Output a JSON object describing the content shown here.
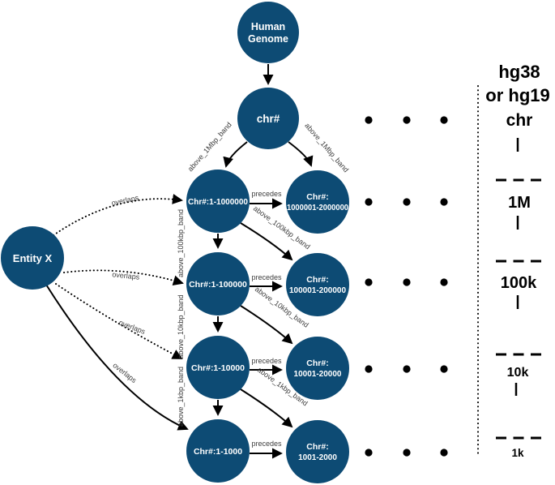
{
  "figure": {
    "nodes": {
      "human_genome": {
        "line1": "Human",
        "line2": "Genome"
      },
      "chromosome": {
        "label": "chr#"
      },
      "entity_x": {
        "label": "Entity X"
      },
      "left": [
        "Chr#:1-1000000",
        "Chr#:1-100000",
        "Chr#:1-10000",
        "Chr#:1-1000"
      ],
      "right": [
        {
          "line1": "Chr#:",
          "line2": "1000001-2000000"
        },
        {
          "line1": "Chr#:",
          "line2": "100001-200000"
        },
        {
          "line1": "Chr#:",
          "line2": "10001-20000"
        },
        {
          "line1": "Chr#:",
          "line2": "1001-2000"
        }
      ]
    },
    "edge_labels": {
      "above_1mbp_band": "above_1Mbp_band",
      "above_100kbp_band": "above_100kbp_band",
      "above_10kbp_band": "above_10kbp_band",
      "above_1kbp_band": "above_1kbp_band",
      "precedes": "precedes",
      "overlaps": "overlaps"
    },
    "legend": {
      "assembly_line1": "hg38",
      "assembly_line2": "or hg19",
      "levels": [
        "chr",
        "1M",
        "100k",
        "10k",
        "1k"
      ]
    },
    "colors": {
      "node_fill": "#0d4b74",
      "node_text": "#ffffff",
      "edge": "#000000",
      "edge_label": "#3d3d3d"
    }
  }
}
